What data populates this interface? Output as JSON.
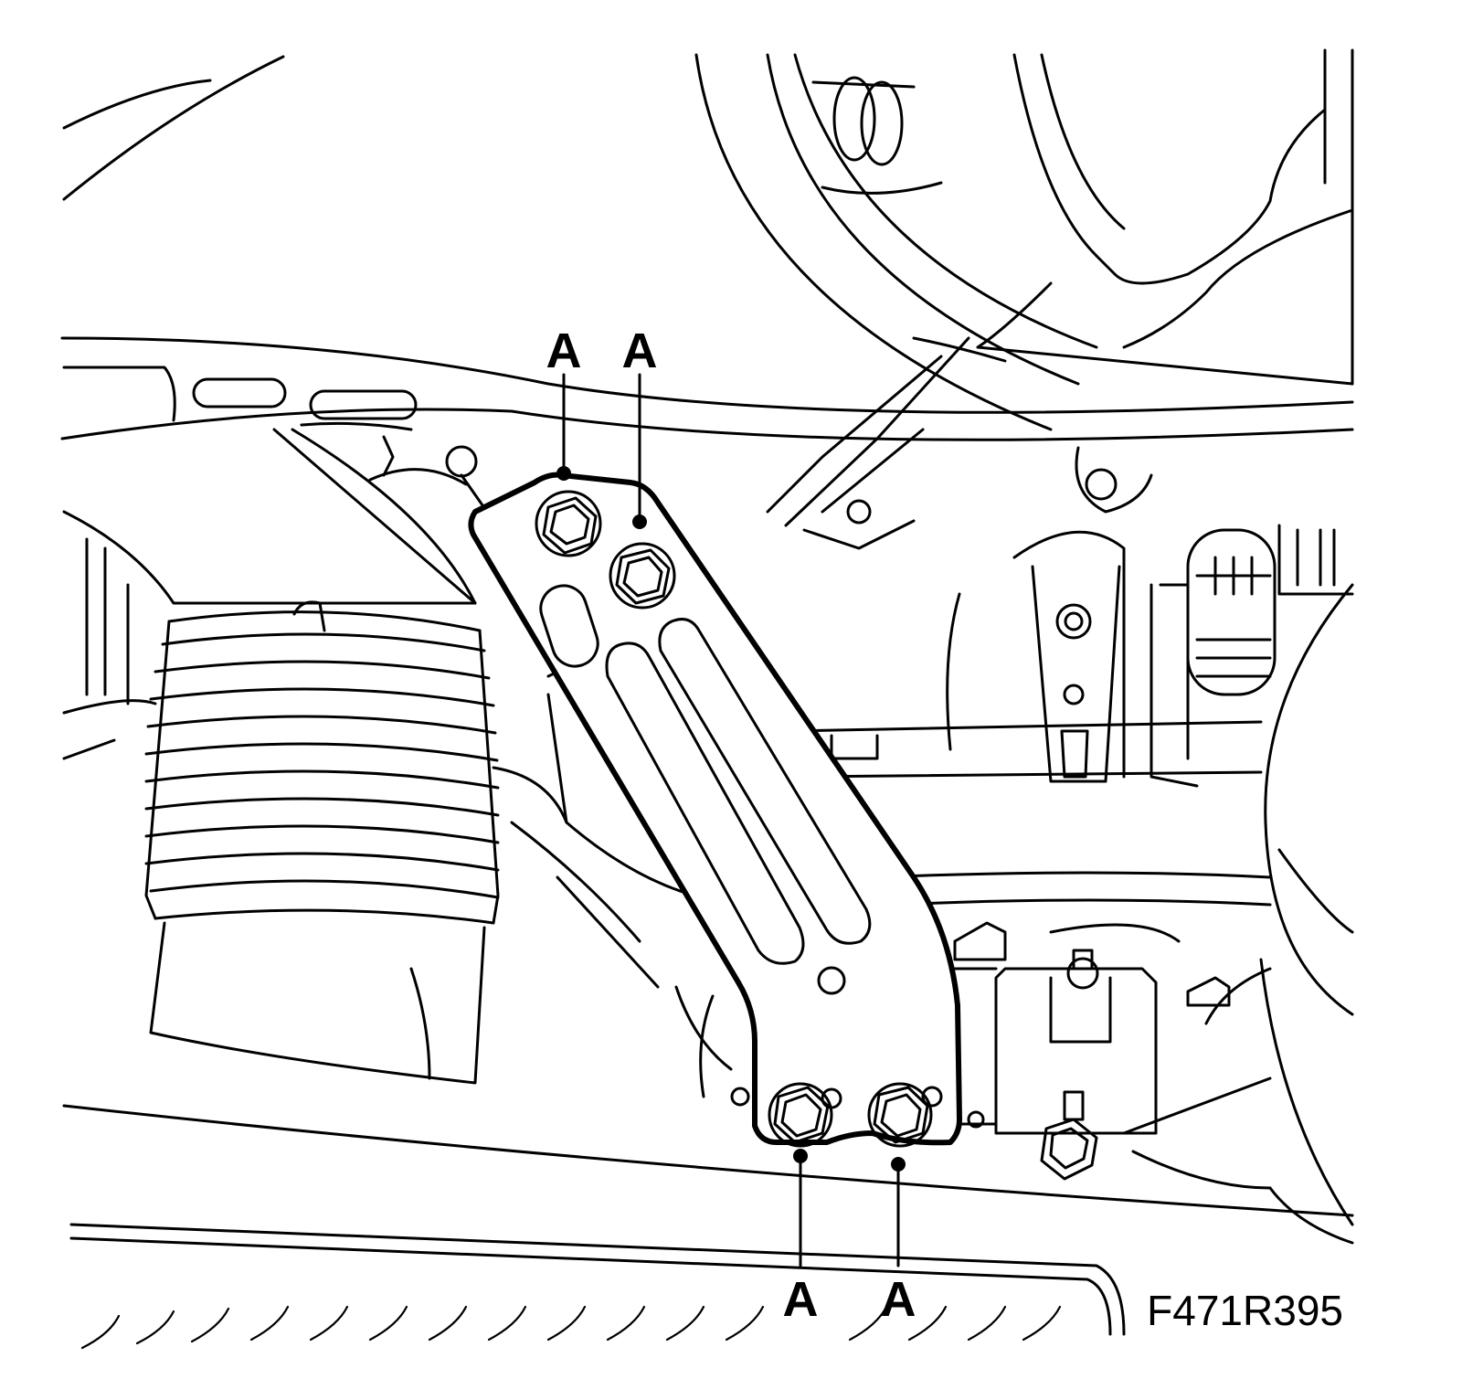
{
  "figure": {
    "figure_id": "F471R395",
    "callouts": {
      "top_left": "A",
      "top_right": "A",
      "bottom_left": "A",
      "bottom_right": "A"
    }
  },
  "colors": {
    "line": "#000000",
    "background": "#ffffff"
  }
}
